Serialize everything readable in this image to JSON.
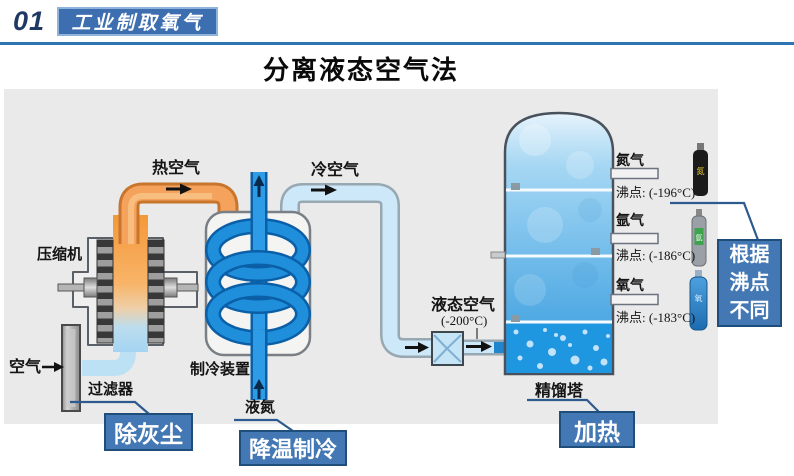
{
  "header": {
    "number": "01",
    "section_title": "工业制取氧气"
  },
  "title": "分离液态空气法",
  "labels": {
    "compressor": "压缩机",
    "air": "空气",
    "filter": "过滤器",
    "hot_air": "热空气",
    "cooling_device": "制冷装置",
    "liquid_nitrogen": "液氮",
    "cold_air": "冷空气",
    "liquid_air": "液态空气",
    "liquid_air_temp": "(-200°C)",
    "distillation_tower": "精馏塔"
  },
  "tower_outputs": [
    {
      "gas": "氮气",
      "boiling_point": "沸点: (-196°C)",
      "cylinder_label": "氮",
      "cylinder_color": "#1b1b1b"
    },
    {
      "gas": "氩气",
      "boiling_point": "沸点: (-186°C)",
      "cylinder_label": "氩",
      "cylinder_color": "#9aa0a6"
    },
    {
      "gas": "氧气",
      "boiling_point": "沸点: (-183°C)",
      "cylinder_label": "氧",
      "cylinder_color": "#2f86d2"
    }
  ],
  "callouts": {
    "dust_removal": "除灰尘",
    "cooling": "降温制冷",
    "heating": "加热",
    "principle_lines": [
      "根据",
      "沸点",
      "不同"
    ]
  },
  "colors": {
    "accent_blue": "#4478B5",
    "dark_navy": "#1F3864",
    "header_rule_blue": "#2E75B6",
    "panel_gray": "#EAEAEA",
    "hot_pipe_orange": "#F5A35C",
    "cold_pipe_blue": "#CDE8F8",
    "nitrogen_pipe_blue": "#2E9BE6",
    "tower_liquid_blue": "#1E96E0"
  }
}
